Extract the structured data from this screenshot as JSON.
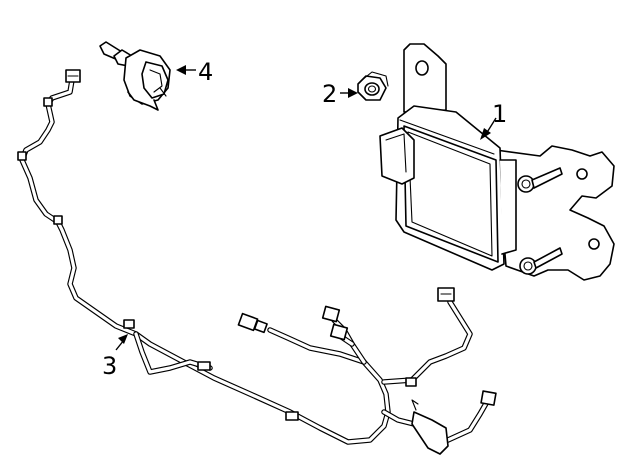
{
  "diagram": {
    "callouts": [
      {
        "id": "1",
        "label": "1"
      },
      {
        "id": "2",
        "label": "2"
      },
      {
        "id": "3",
        "label": "3"
      },
      {
        "id": "4",
        "label": "4"
      }
    ],
    "parts": [
      {
        "callout": "1",
        "icon": "control-module-icon"
      },
      {
        "callout": "2",
        "icon": "hex-nut-icon"
      },
      {
        "callout": "3",
        "icon": "wiring-harness-icon"
      },
      {
        "callout": "4",
        "icon": "sensor-connector-icon"
      }
    ],
    "colors": {
      "line": "#000000",
      "background": "#ffffff"
    }
  }
}
